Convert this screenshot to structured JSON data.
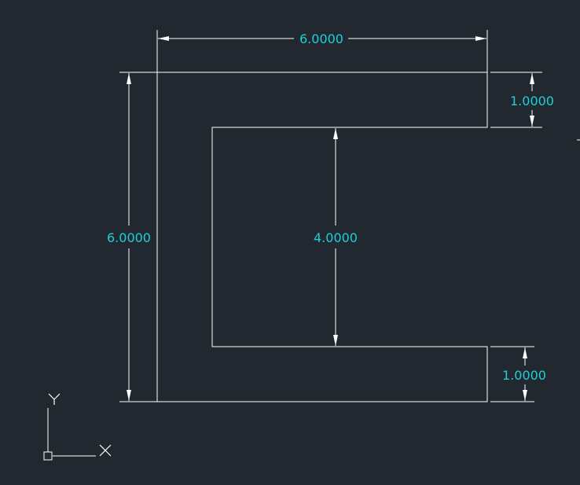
{
  "colors": {
    "background": "#212830",
    "geometry": "#ffffff",
    "dimension_text": "#1ed0d6"
  },
  "dimensions": {
    "overall_width": "6.0000",
    "overall_height": "6.0000",
    "inner_height": "4.0000",
    "top_flange": "1.0000",
    "bottom_flange": "1.0000"
  },
  "ucs": {
    "x_axis": "X",
    "y_axis": "Y"
  }
}
